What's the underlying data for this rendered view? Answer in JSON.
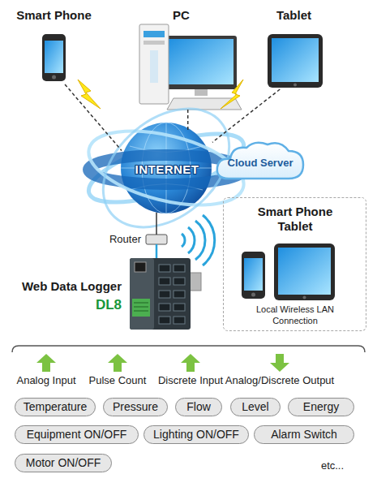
{
  "diagram": {
    "nodes": [
      {
        "text": [
          "Smart Phone"
        ]
      },
      {
        "text": [
          "PC"
        ]
      },
      {
        "text": [
          "Tablet"
        ]
      },
      {
        "text": [
          "INTERNET"
        ]
      },
      {
        "text": [
          "Cloud Server"
        ]
      },
      {
        "text": [
          "Router"
        ]
      },
      {
        "text": [
          "Web Data Logger",
          "DL8"
        ]
      },
      {
        "text": [
          "Smart Phone Tablet",
          "Local Wireless LAN Connection"
        ]
      },
      {
        "text": [
          "Temperature"
        ]
      },
      {
        "text": [
          "Pressure"
        ]
      },
      {
        "text": [
          "Flow"
        ]
      },
      {
        "text": [
          "Level"
        ]
      },
      {
        "text": [
          "Energy"
        ]
      },
      {
        "text": [
          "Equipment ON/OFF"
        ]
      },
      {
        "text": [
          "Lighting ON/OFF"
        ]
      },
      {
        "text": [
          "Alarm Switch"
        ]
      },
      {
        "text": [
          "Motor ON/OFF"
        ]
      }
    ],
    "edges": [
      {
        "from": 0,
        "to": 3,
        "arrow": "none"
      },
      {
        "from": 1,
        "to": 3,
        "arrow": "none"
      },
      {
        "from": 2,
        "to": 3,
        "arrow": "none"
      },
      {
        "from": 3,
        "to": 5,
        "arrow": "none"
      },
      {
        "from": 5,
        "to": 6,
        "arrow": "none"
      }
    ],
    "labels": [
      "Analog Input",
      "Pulse Count",
      "Discrete Input",
      "Analog/Discrete Output",
      "etc..."
    ]
  }
}
